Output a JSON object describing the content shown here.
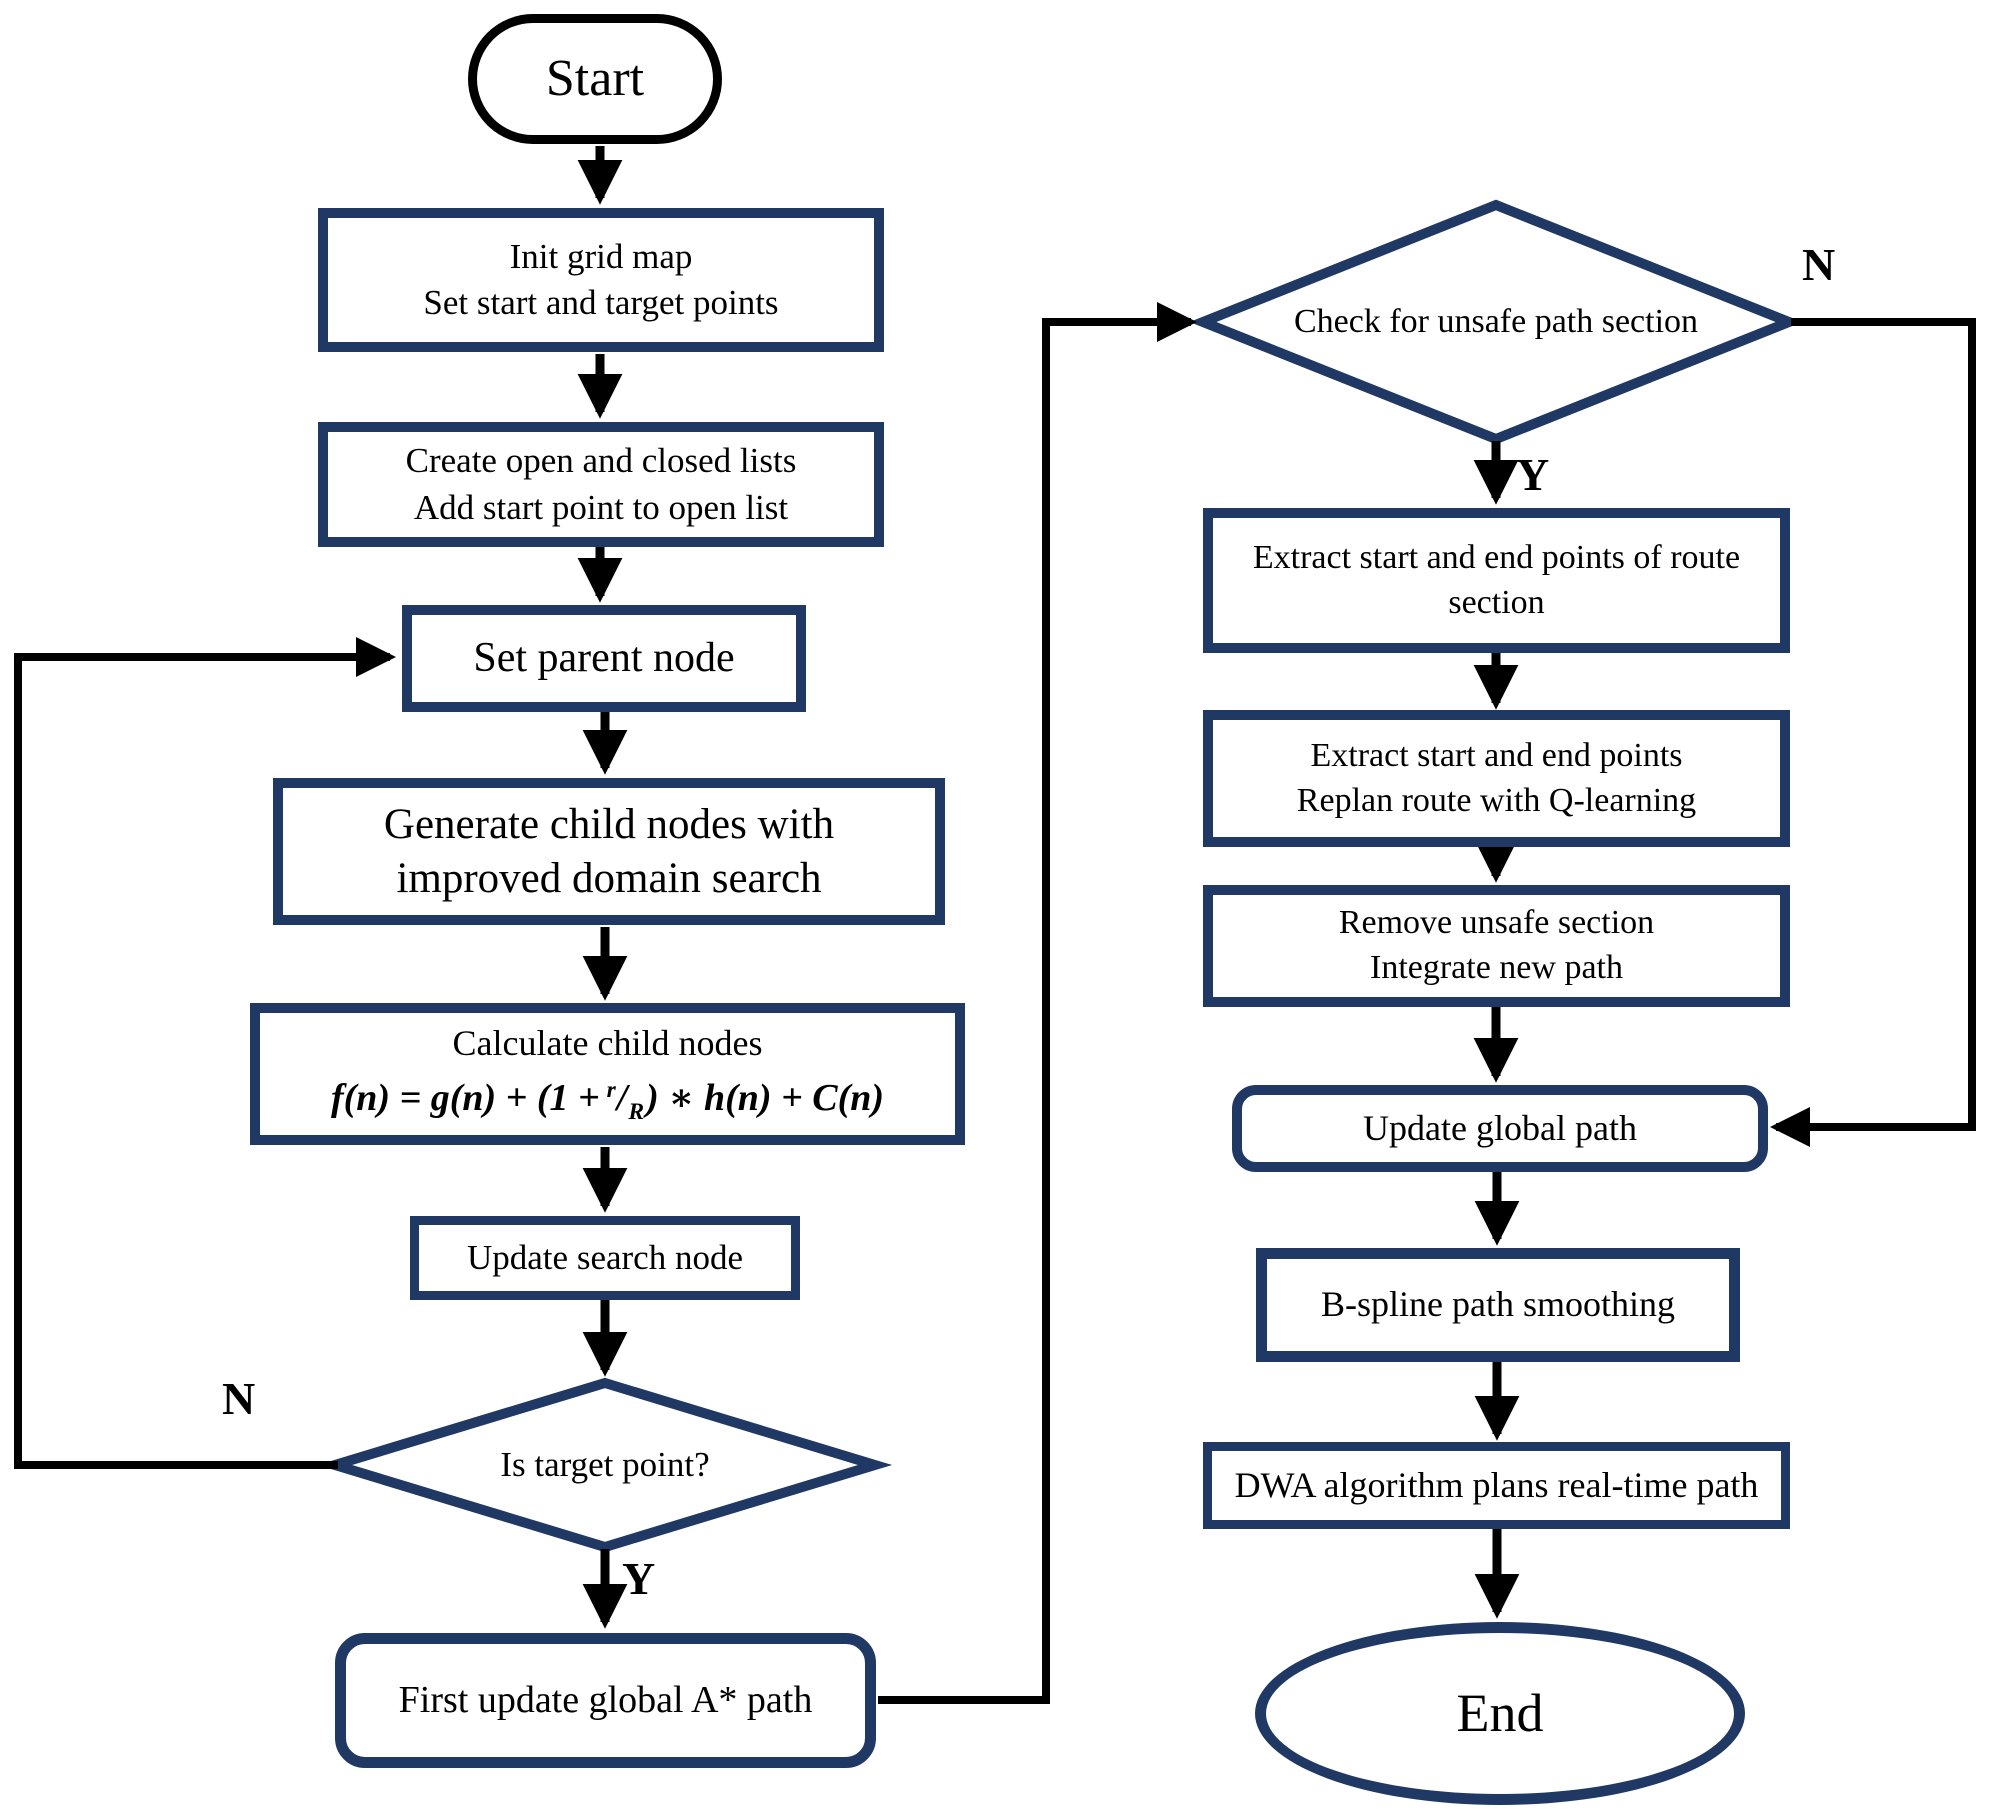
{
  "flowchart": {
    "colors": {
      "node_border": "#1f3864",
      "terminal_border": "#000000",
      "arrow": "#000000",
      "background": "#ffffff",
      "text": "#000000"
    },
    "labels": {
      "yes": "Y",
      "no": "N"
    },
    "nodes": {
      "start": {
        "label": "Start"
      },
      "init_grid": {
        "line1": "Init grid map",
        "line2": "Set start and target points"
      },
      "create_lists": {
        "line1": "Create open and closed lists",
        "line2": "Add start point to open list"
      },
      "set_parent": {
        "label": "Set parent node"
      },
      "generate_children": {
        "line1": "Generate child nodes with",
        "line2": "improved domain search"
      },
      "calculate_children": {
        "title": "Calculate child nodes",
        "formula": {
          "prefix": "f(n) = g(n) + (1 +",
          "numerator": "r",
          "slash": "/",
          "denominator": "R",
          "suffix": ") ∗ h(n) + C(n)"
        }
      },
      "update_search": {
        "label": "Update search node"
      },
      "is_target": {
        "label": "Is target point?"
      },
      "first_update": {
        "label": "First update global A* path"
      },
      "check_unsafe": {
        "label": "Check for unsafe path section"
      },
      "extract_route": {
        "line1": "Extract start and end points of route",
        "line2": "section"
      },
      "replan": {
        "line1": "Extract start and end points",
        "line2": "Replan route with Q-learning"
      },
      "remove_unsafe": {
        "line1": "Remove unsafe section",
        "line2": "Integrate new path"
      },
      "update_global": {
        "label": "Update global path"
      },
      "bspline": {
        "label": "B-spline path smoothing"
      },
      "dwa": {
        "label": "DWA algorithm plans real-time path"
      },
      "end": {
        "label": "End"
      }
    }
  }
}
